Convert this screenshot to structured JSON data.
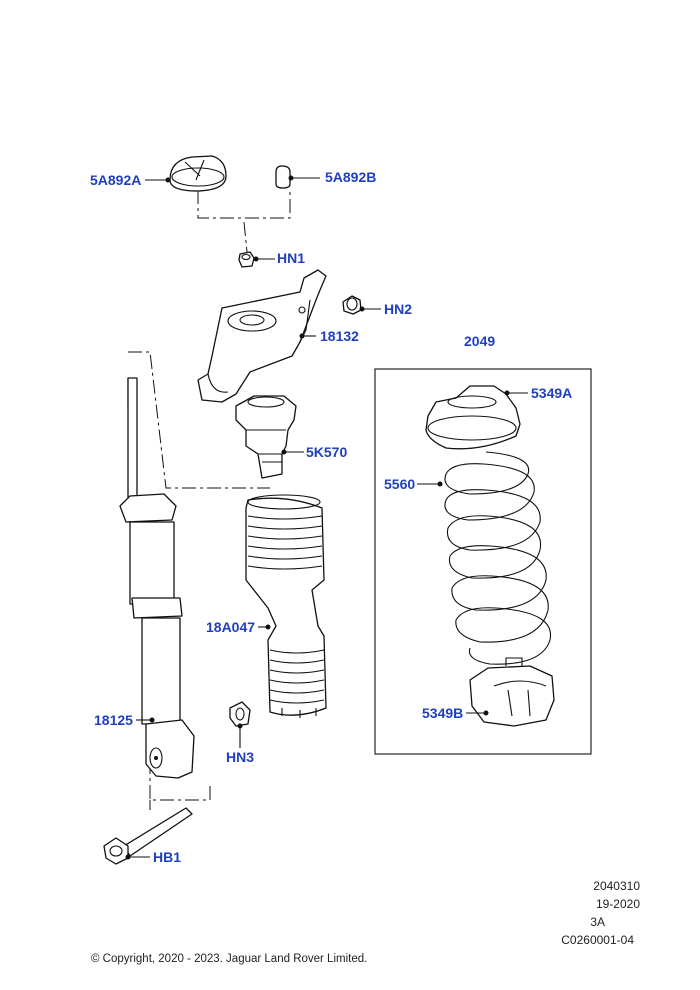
{
  "callouts": {
    "top_mount_cap": "5A892A",
    "mount_cap_small": "5A892B",
    "nut_hn1": "HN1",
    "nut_hn2": "HN2",
    "upper_mount": "18132",
    "spring_assembly": "2049",
    "upper_seat": "5349A",
    "bump_stop": "5K570",
    "coil_spring": "5560",
    "dust_boot": "18A047",
    "shock_absorber": "18125",
    "lower_seat": "5349B",
    "nut_hn3": "HN3",
    "bolt_hb1": "HB1"
  },
  "reference": {
    "line1": "2040310",
    "line2": "19-2020",
    "line3": "3A",
    "line4": "C0260001-04"
  },
  "copyright": "© Copyright, 2020 - 2023. Jaguar Land Rover Limited.",
  "colors": {
    "callout_text": "#1f3fbf",
    "line_art": "#111111"
  }
}
